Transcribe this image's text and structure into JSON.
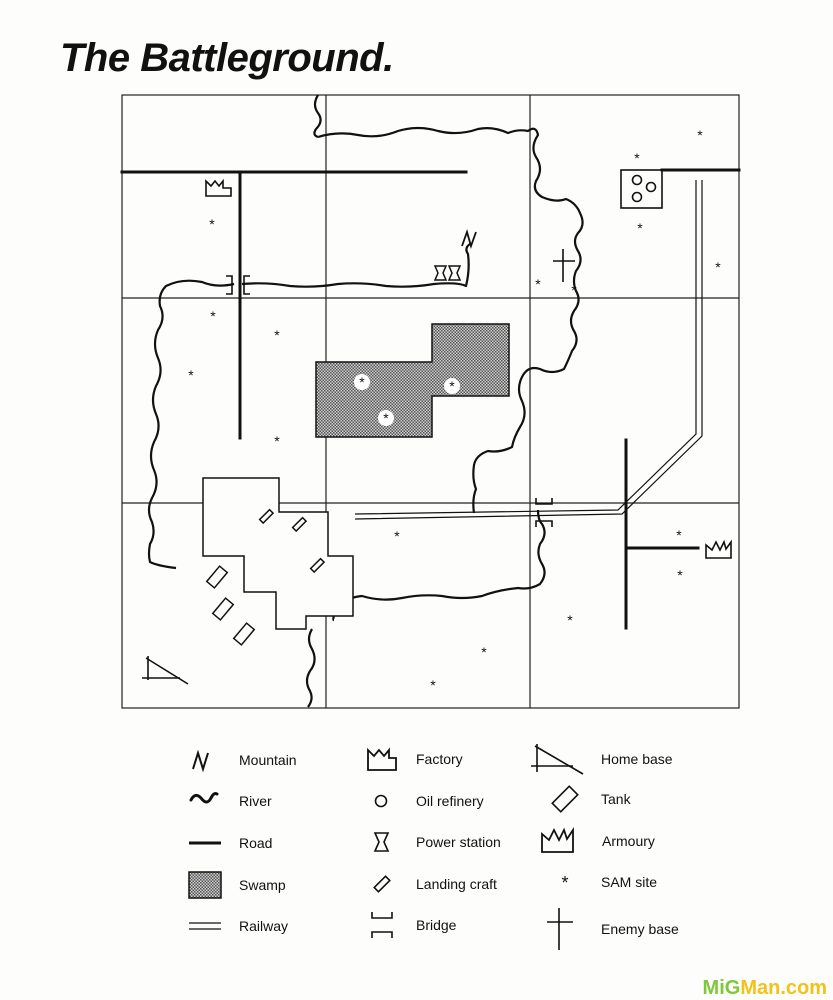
{
  "title": "The Battleground.",
  "legend": {
    "mountain": "Mountain",
    "river": "River",
    "road": "Road",
    "swamp": "Swamp",
    "railway": "Railway",
    "factory": "Factory",
    "oil_refinery": "Oil refinery",
    "power_station": "Power station",
    "landing_craft": "Landing craft",
    "bridge": "Bridge",
    "home_base": "Home base",
    "tank": "Tank",
    "armoury": "Armoury",
    "sam_site": "SAM site",
    "enemy_base": "Enemy base"
  },
  "watermark": {
    "part1": "MiG",
    "part2": "Man.com"
  },
  "colors": {
    "ink": "#111111",
    "swamp": "#8a8a8a",
    "paper": "#fdfdfb",
    "watermark_green": "#7ec83a",
    "watermark_yellow": "#f0c21a"
  }
}
